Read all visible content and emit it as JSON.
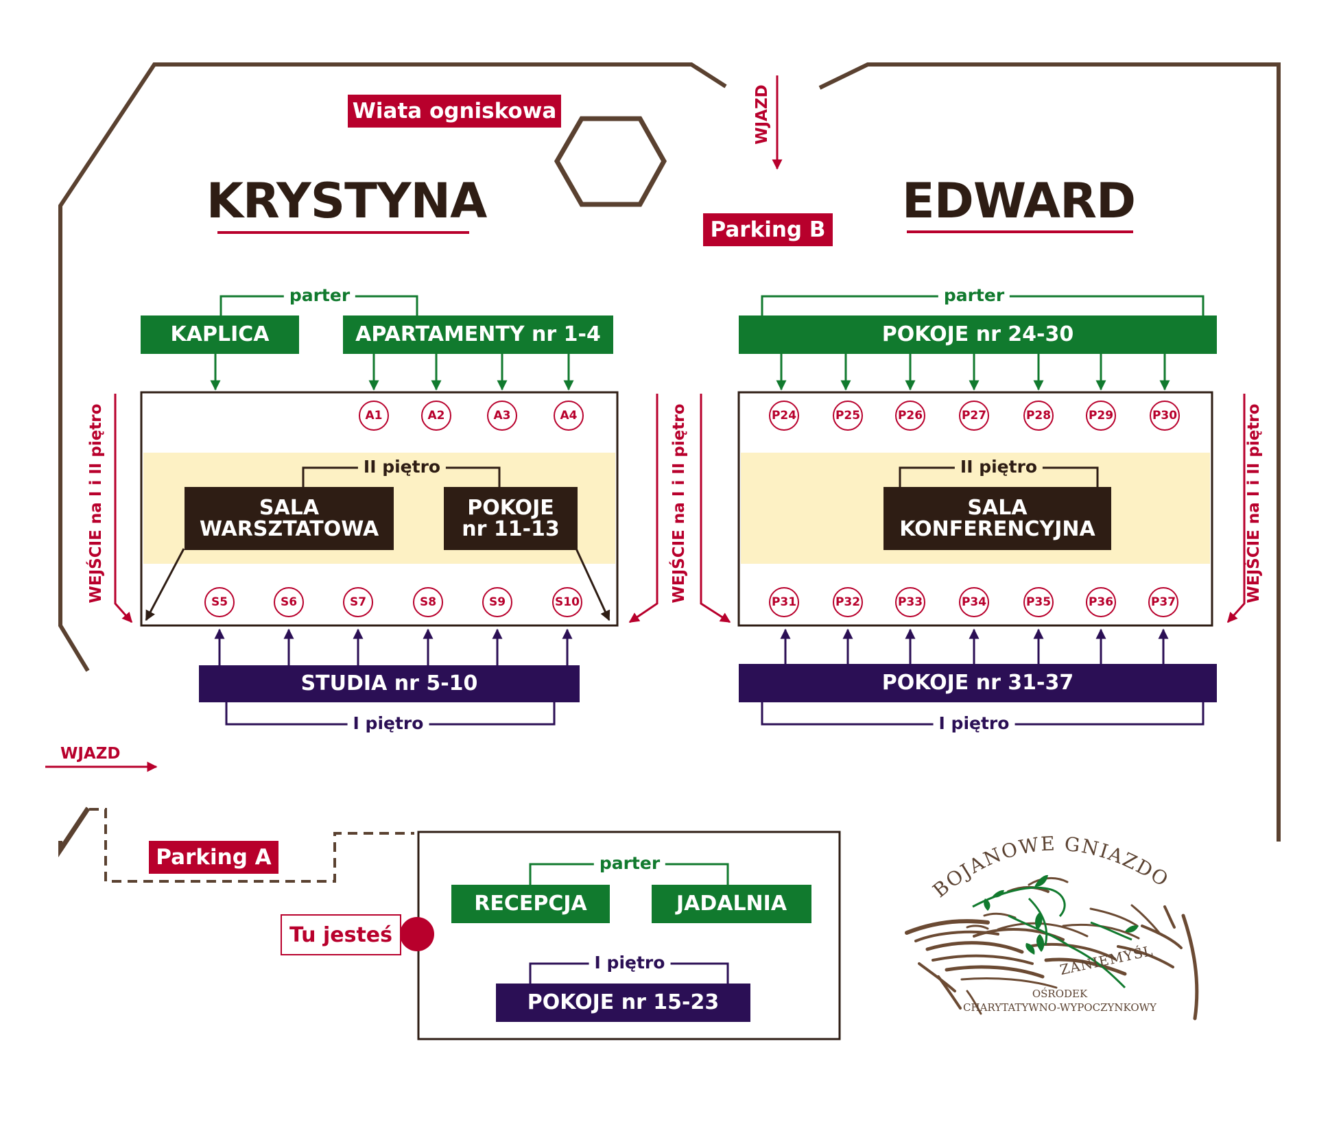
{
  "labels": {
    "wiata": "Wiata ogniskowa",
    "wjazd_top": "WJAZD",
    "wjazd_left": "WJAZD",
    "parking_b": "Parking B",
    "parking_a": "Parking A",
    "tu_jestes": "Tu jesteś"
  },
  "krystyna": {
    "title": "KRYSTYNA",
    "parter": "parter",
    "kaplica": "KAPLICA",
    "apartamenty": "APARTAMENTY nr 1-4",
    "apartments": [
      "A1",
      "A2",
      "A3",
      "A4"
    ],
    "floor2": "II piętro",
    "sala": "SALA\nWARSZTATOWA",
    "pokoje": "POKOJE\nnr 11-13",
    "studios": [
      "S5",
      "S6",
      "S7",
      "S8",
      "S9",
      "S10"
    ],
    "studia": "STUDIA nr 5-10",
    "floor1": "I piętro",
    "entrance": "WEJŚCIE  na I i II piętro"
  },
  "edward": {
    "title": "EDWARD",
    "parter": "parter",
    "pokoje_top": "POKOJE nr 24-30",
    "rooms_top": [
      "P24",
      "P25",
      "P26",
      "P27",
      "P28",
      "P29",
      "P30"
    ],
    "floor2": "II piętro",
    "sala": "SALA\nKONFERENCYJNA",
    "rooms_bottom": [
      "P31",
      "P32",
      "P33",
      "P34",
      "P35",
      "P36",
      "P37"
    ],
    "pokoje_bottom": "POKOJE nr 31-37",
    "floor1": "I piętro",
    "entrance_left": "WEJŚCIE  na I i II piętro",
    "entrance_right": "WEJŚCIE  na I i II piętro"
  },
  "reception": {
    "parter": "parter",
    "recepcja": "RECEPCJA",
    "jadalnia": "JADALNIA",
    "floor1": "I piętro",
    "pokoje": "POKOJE nr 15-23"
  },
  "logo": {
    "name": "BOJANOWE GNIAZDO",
    "place": "ZANIEMYŚL",
    "line1": "OŚRODEK",
    "line2": "CHARYTATYWNO-WYPOCZYNKOWY"
  },
  "colors": {
    "red": "#b8002c",
    "green": "#117a2e",
    "purple": "#2b0f55",
    "brown": "#5a4130",
    "dark": "#2e1d14",
    "floor_band": "#fdf1c4"
  }
}
